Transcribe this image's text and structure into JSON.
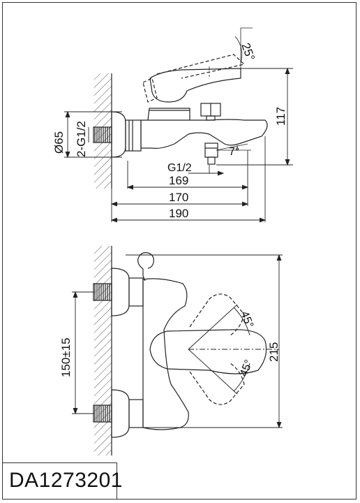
{
  "product_code": "DA1273201",
  "side_view": {
    "angle_handle": "25°",
    "angle_spout": "7°",
    "height_dim": "117",
    "diameter_dim": "Ø65",
    "inlet_thread": "2-G1/2",
    "outlet_thread": "G1/2",
    "length_169": "169",
    "length_170": "170",
    "length_190": "190"
  },
  "top_view": {
    "angle_top": "45°",
    "angle_bottom": "45°",
    "inlet_spacing": "150±15",
    "width_dim": "215"
  }
}
